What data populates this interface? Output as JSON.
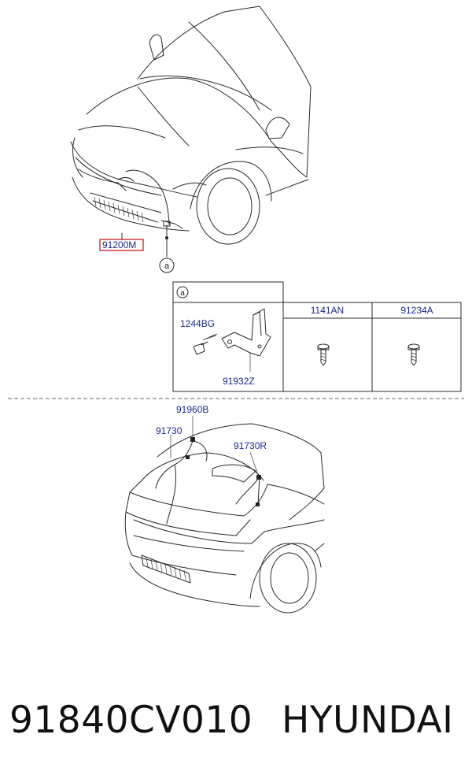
{
  "front_section": {
    "part_label": "91200M",
    "highlight_color": "#cc1f1f",
    "callout": "a"
  },
  "detail_table": {
    "header_callout": "a",
    "columns": [
      "1141AN",
      "91234A"
    ],
    "bracket_labels": [
      "1244BG",
      "91932Z"
    ]
  },
  "rear_section": {
    "labels": [
      "91960B",
      "91730",
      "91730R"
    ]
  },
  "footer": {
    "part_number": "91840CV010",
    "brand": "HYUNDAI"
  },
  "colors": {
    "label_text": "#1a2a8c",
    "line": "#2a2a2a"
  }
}
